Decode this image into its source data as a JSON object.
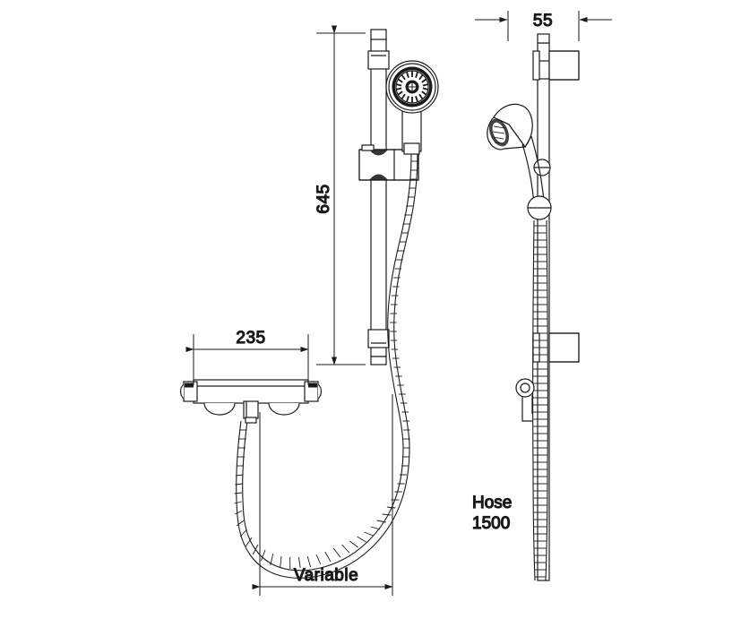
{
  "drawing": {
    "title": "Shower set technical drawing",
    "line_color": "#1a1a1a",
    "background_color": "#ffffff",
    "views": {
      "front": {
        "name": "front-elevation"
      },
      "side": {
        "name": "side-elevation"
      }
    },
    "dimensions": {
      "rail_height": "645",
      "mixer_width": "235",
      "side_depth": "55",
      "hose_drop": "Variable"
    },
    "notes": {
      "hose_label": "Hose",
      "hose_length": "1500"
    }
  }
}
